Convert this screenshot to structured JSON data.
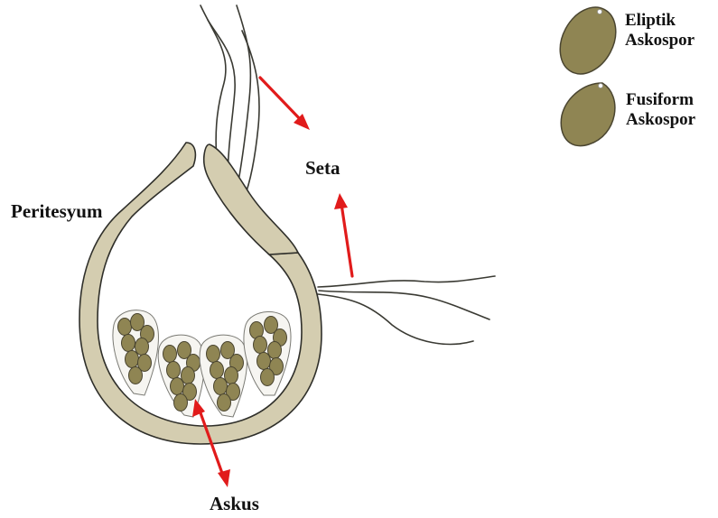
{
  "labels": {
    "peritesyum": "Peritesyum",
    "seta": "Seta",
    "askus": "Askus"
  },
  "legend": [
    {
      "line1": "Eliptik",
      "line2": "Askospor",
      "shape": "elliptic-spore"
    },
    {
      "line1": "Fusiform",
      "line2": "Askospor",
      "shape": "fusiform-spore"
    }
  ],
  "colors": {
    "perithecium_wall": "#d4cdb0",
    "outline": "#2f2f2a",
    "spore_fill": "#8f8553",
    "spore_outline": "#4a4530",
    "ascus_fill": "#f6f5f1",
    "arrow": "#e11b1b"
  }
}
